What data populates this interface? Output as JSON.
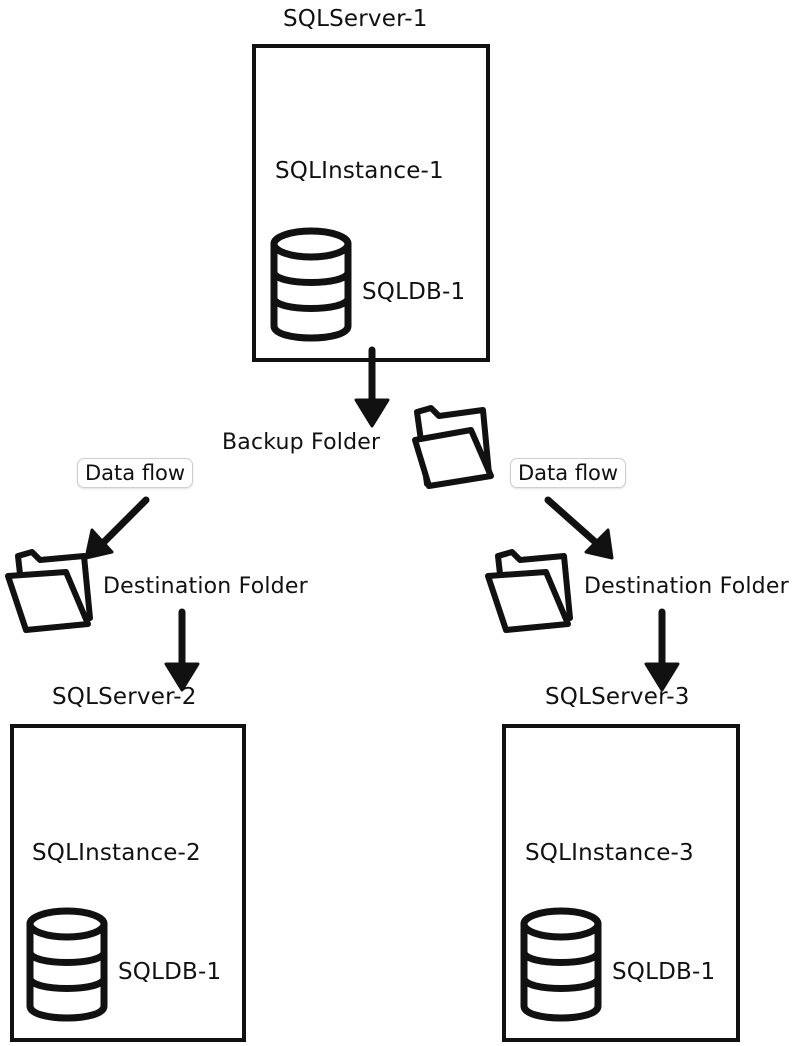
{
  "server1": {
    "name": "SQLServer-1",
    "instance": "SQLInstance-1",
    "db": "SQLDB-1"
  },
  "server2": {
    "name": "SQLServer-2",
    "instance": "SQLInstance-2",
    "db": "SQLDB-1"
  },
  "server3": {
    "name": "SQLServer-3",
    "instance": "SQLInstance-3",
    "db": "SQLDB-1"
  },
  "backup_folder": "Backup Folder",
  "dest_left": "Destination Folder",
  "dest_right": "Destination Folder",
  "flow_left": "Data flow",
  "flow_right": "Data flow",
  "icons": {
    "database": "database-icon",
    "folder": "folder-icon"
  }
}
